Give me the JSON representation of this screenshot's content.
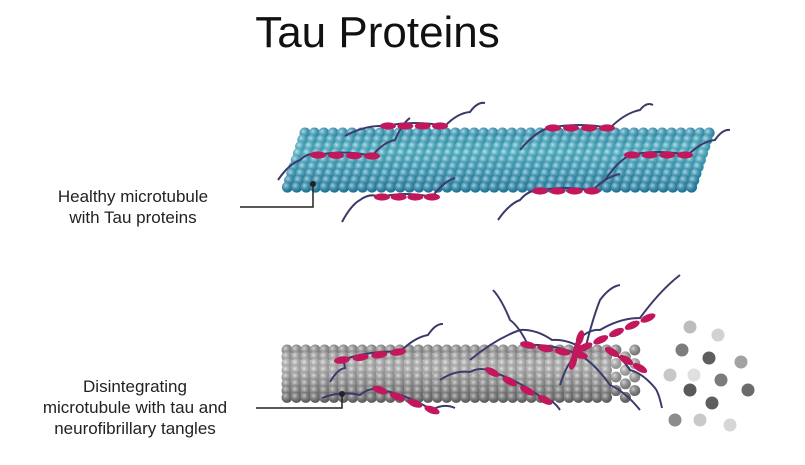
{
  "title": "Tau Proteins",
  "labels": {
    "healthy": [
      "Healthy microtubule",
      "with Tau proteins"
    ],
    "disintegrating": [
      "Disintegrating",
      "microtubule with tau and",
      "neurofibrillary tangles"
    ]
  },
  "colors": {
    "healthy_light": "#4fd0ec",
    "healthy_dark": "#1a8fc0",
    "disease_light": "#cfcfcf",
    "disease_dark": "#6a6a6a",
    "tau_bead": "#c2185b",
    "tau_strand": "#3b3b6b",
    "leader": "#222222"
  }
}
